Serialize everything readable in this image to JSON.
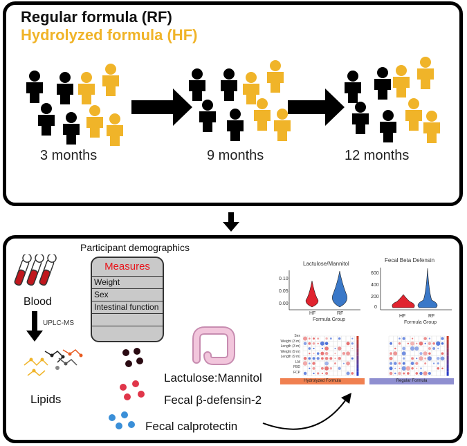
{
  "colors": {
    "regular": "#000000",
    "hydrolyzed": "#f0b429",
    "measures_title": "#e8141b"
  },
  "header": {
    "regular_label": "Regular formula (RF)",
    "hydrolyzed_label": "Hydrolyzed formula (HF)"
  },
  "timepoints": [
    "3 months",
    "9 months",
    "12 months"
  ],
  "bottom": {
    "demographics_title": "Participant demographics",
    "measures_title": "Measures",
    "measures_items": [
      "Weight",
      "Sex",
      "Intestinal function"
    ],
    "blood_label": "Blood",
    "method_label": "UPLC-MS",
    "lipids_label": "Lipids",
    "assays": [
      "Lactulose:Mannitol",
      "Fecal β-defensin-2",
      "Fecal calprotectin"
    ],
    "plot1_title": "Lactulose/Mannitol",
    "plot2_title": "Fecal Beta Defensin",
    "plot_xlabel": "Formula Group",
    "plot_x_ticks": [
      "HF",
      "RF"
    ],
    "plot1_y_ticks": [
      "0.10",
      "0.05",
      "0.00"
    ],
    "plot2_y_ticks": [
      "600",
      "400",
      "200",
      "0"
    ],
    "heat_rows": [
      "Sex",
      "Weight (3 m)",
      "Length (3 m)",
      "Weight (9 m)",
      "Length (9 m)",
      "LM",
      "FBD",
      "FCP"
    ],
    "heat1_caption": "Hydrolyzed Formula",
    "heat2_caption": "Regular Formula"
  }
}
